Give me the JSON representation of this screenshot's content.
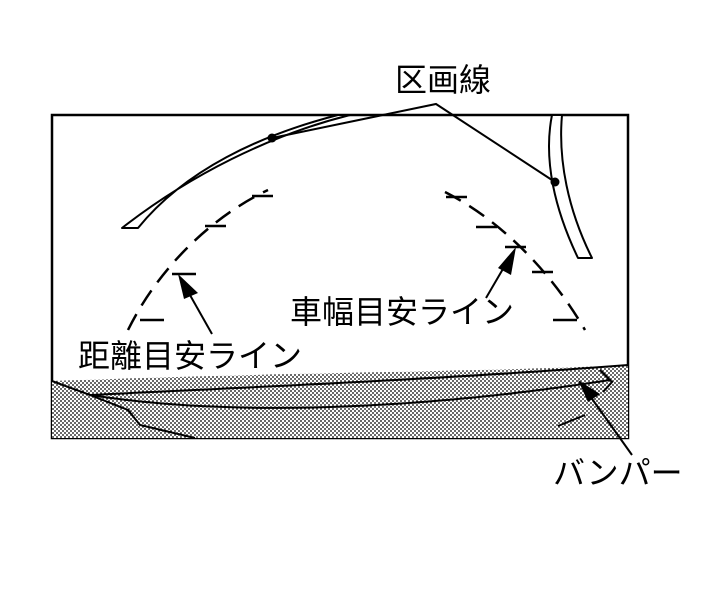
{
  "labels": {
    "parking_lines": "区画線",
    "vehicle_width_guide": "車幅目安ライン",
    "distance_guide": "距離目安ライン",
    "bumper": "バンパー"
  },
  "colors": {
    "ink": "#000000",
    "background": "#ffffff"
  }
}
